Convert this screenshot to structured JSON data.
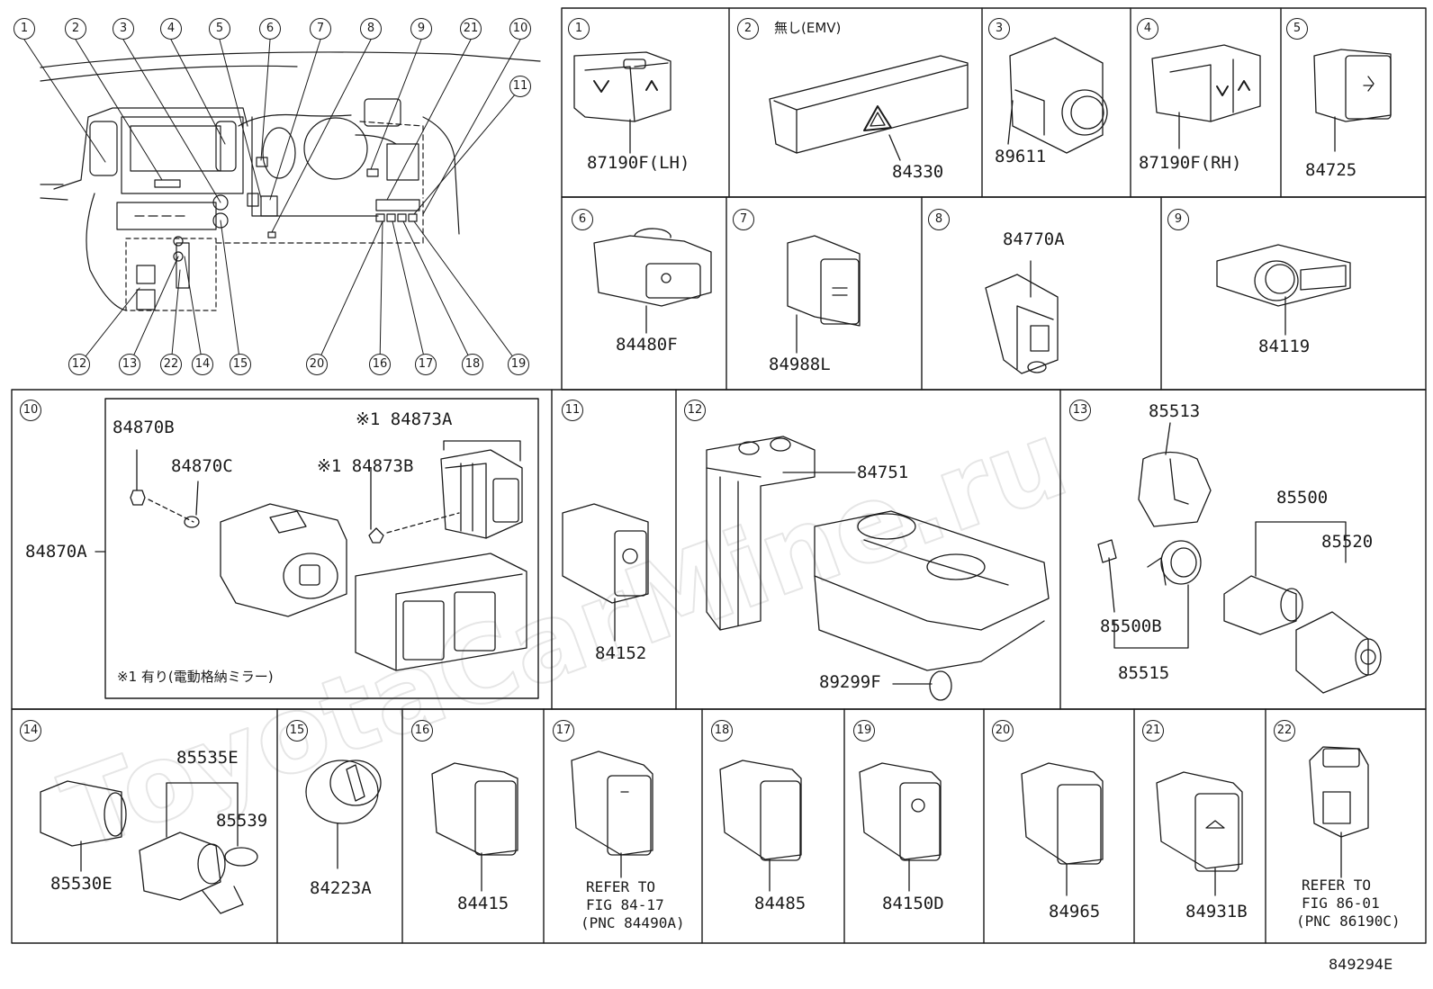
{
  "diagram_id": "849294E",
  "watermark": "ToyotaCarMine.ru",
  "overview": {
    "callouts": [
      "1",
      "2",
      "3",
      "4",
      "5",
      "6",
      "7",
      "8",
      "9",
      "21",
      "10",
      "11",
      "12",
      "13",
      "22",
      "14",
      "15",
      "20",
      "16",
      "17",
      "18",
      "19"
    ]
  },
  "panels": [
    {
      "key": "p1",
      "num": "1",
      "part": "87190F(LH)"
    },
    {
      "key": "p2",
      "num": "2",
      "note": "無し(EMV)",
      "part": "84330"
    },
    {
      "key": "p3",
      "num": "3",
      "part": "89611"
    },
    {
      "key": "p4",
      "num": "4",
      "part": "87190F(RH)"
    },
    {
      "key": "p5",
      "num": "5",
      "part": "84725"
    },
    {
      "key": "p6",
      "num": "6",
      "part": "84480F"
    },
    {
      "key": "p7",
      "num": "7",
      "part": "84988L"
    },
    {
      "key": "p8",
      "num": "8",
      "part": "84770A"
    },
    {
      "key": "p9",
      "num": "9",
      "part": "84119"
    },
    {
      "key": "p10",
      "num": "10",
      "parts": [
        "84870A",
        "84870B",
        "84870C",
        "※1 84873A",
        "※1 84873B"
      ],
      "note": "※1 有り(電動格納ミラー)"
    },
    {
      "key": "p11",
      "num": "11",
      "part": "84152"
    },
    {
      "key": "p12",
      "num": "12",
      "parts": [
        "84751",
        "89299F"
      ]
    },
    {
      "key": "p13",
      "num": "13",
      "parts": [
        "85513",
        "85500",
        "85520",
        "85500B",
        "85515"
      ]
    },
    {
      "key": "p14",
      "num": "14",
      "parts": [
        "85535E",
        "85539",
        "85530E"
      ]
    },
    {
      "key": "p15",
      "num": "15",
      "part": "84223A"
    },
    {
      "key": "p16",
      "num": "16",
      "part": "84415"
    },
    {
      "key": "p17",
      "num": "17",
      "ref": [
        "REFER TO",
        "FIG 84-17",
        "(PNC 84490A)"
      ]
    },
    {
      "key": "p18",
      "num": "18",
      "part": "84485"
    },
    {
      "key": "p19",
      "num": "19",
      "part": "84150D"
    },
    {
      "key": "p20",
      "num": "20",
      "part": "84965"
    },
    {
      "key": "p21",
      "num": "21",
      "part": "84931B"
    },
    {
      "key": "p22",
      "num": "22",
      "ref": [
        "REFER TO",
        "FIG 86-01",
        "(PNC 86190C)"
      ]
    }
  ]
}
